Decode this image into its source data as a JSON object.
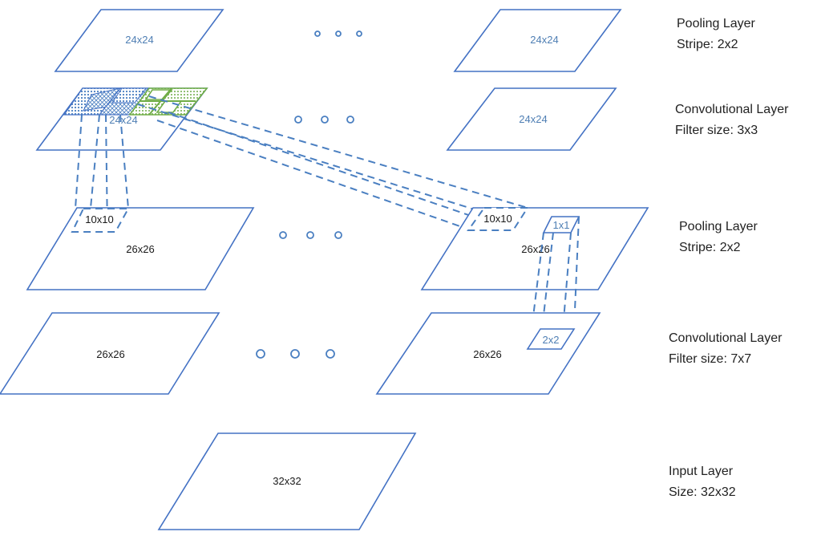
{
  "layers": [
    {
      "title": "Pooling Layer",
      "param": "Stripe: 2x2",
      "left_size": "24x24",
      "right_size": "24x24"
    },
    {
      "title": "Convolutional Layer",
      "param": "Filter size: 3x3",
      "left_size": "24x24",
      "right_size": "24x24"
    },
    {
      "title": "Pooling Layer",
      "param": "Stripe: 2x2",
      "left_size": "26x26",
      "right_size": "26x26"
    },
    {
      "title": "Convolutional Layer",
      "param": "Filter size: 7x7",
      "left_size": "26x26",
      "right_size": "26x26"
    },
    {
      "title": "Input Layer",
      "param": "Size: 32x32",
      "center_size": "32x32"
    }
  ],
  "regions": {
    "left_pool_region": "10x10",
    "right_pool_region": "10x10",
    "pool_unit": "1x1",
    "conv_window": "2x2"
  },
  "colors": {
    "plane_stroke": "#4472c4",
    "dash": "#4a7fc1",
    "blue_text": "#4f7fb4",
    "green_pattern": "#70ad47"
  }
}
